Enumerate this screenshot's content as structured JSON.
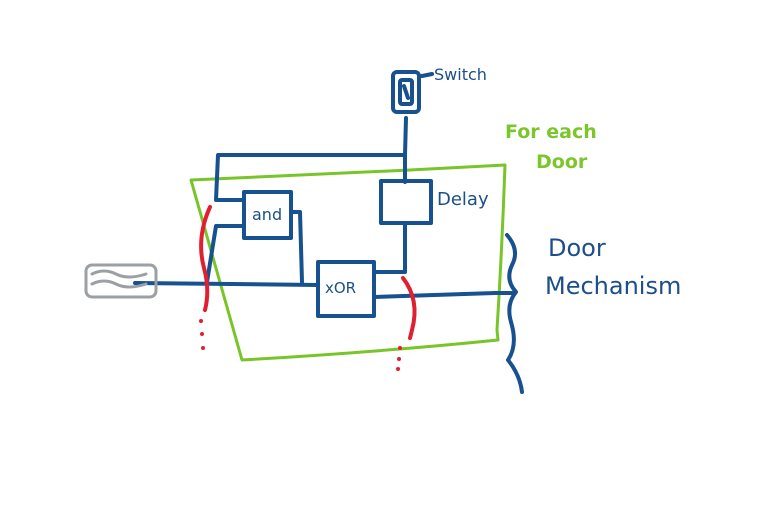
{
  "labels": {
    "switch": "Switch",
    "and_gate": "and",
    "delay": "Delay",
    "xor_gate": "xOR",
    "group_note_line1": "For each",
    "group_note_line2": "Door",
    "mechanism_line1": "Door",
    "mechanism_line2": "Mechanism"
  },
  "colors": {
    "wire": "#17518f",
    "group_outline": "#78c52a",
    "break_marks": "#e02030",
    "input_device": "#9aa0a6"
  },
  "icons": {
    "switch": "toggle-switch-icon",
    "input": "plug-icon"
  }
}
